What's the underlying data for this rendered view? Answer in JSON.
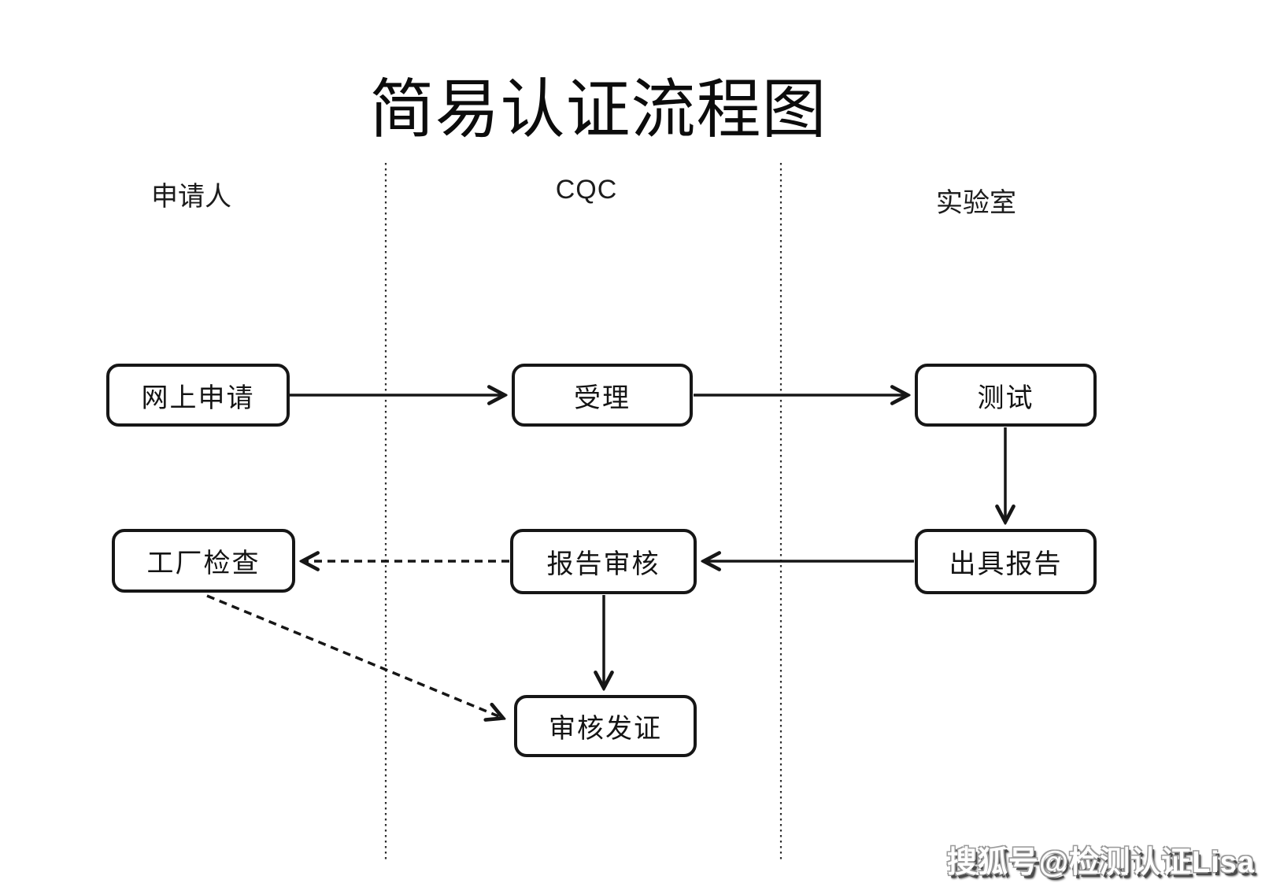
{
  "diagram": {
    "title": "简易认证流程图",
    "watermark": "搜狐号@检测认证Lisa"
  },
  "lanes": [
    {
      "id": "applicant",
      "label": "申请人"
    },
    {
      "id": "cqc",
      "label": "CQC"
    },
    {
      "id": "laboratory",
      "label": "实验室"
    }
  ],
  "nodes": [
    {
      "id": "online-application",
      "label": "网上申请",
      "lane": "申请人"
    },
    {
      "id": "acceptance",
      "label": "受理",
      "lane": "CQC"
    },
    {
      "id": "testing",
      "label": "测试",
      "lane": "实验室"
    },
    {
      "id": "factory-inspection",
      "label": "工厂检查",
      "lane": "申请人"
    },
    {
      "id": "report-review",
      "label": "报告审核",
      "lane": "CQC"
    },
    {
      "id": "issue-report",
      "label": "出具报告",
      "lane": "实验室"
    },
    {
      "id": "review-certify",
      "label": "审核发证",
      "lane": "CQC"
    }
  ],
  "edges": [
    {
      "from": "网上申请",
      "to": "受理",
      "style": "solid"
    },
    {
      "from": "受理",
      "to": "测试",
      "style": "solid"
    },
    {
      "from": "测试",
      "to": "出具报告",
      "style": "solid"
    },
    {
      "from": "出具报告",
      "to": "报告审核",
      "style": "solid"
    },
    {
      "from": "报告审核",
      "to": "工厂检查",
      "style": "dashed"
    },
    {
      "from": "报告审核",
      "to": "审核发证",
      "style": "solid"
    },
    {
      "from": "工厂检查",
      "to": "审核发证",
      "style": "dashed"
    }
  ],
  "colors": {
    "background": "#ffffff",
    "line": "#161616",
    "watermark_text": "#ffffff",
    "watermark_shadow": "#4a4a4a"
  }
}
